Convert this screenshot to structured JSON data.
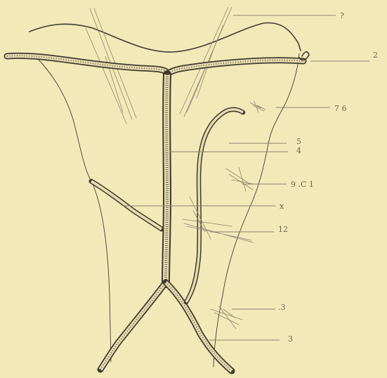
{
  "figure": {
    "background": "#f3e9b8",
    "ink_color": "#3e3a30",
    "vessel_fill": "#e8dcae",
    "label_color": "#6a6350",
    "labels": {
      "l_top": "?",
      "l_2": "2",
      "l_7b": "7 6",
      "l_5": "5",
      "l_4": "4",
      "l_9c1": "9 .C 1",
      "l_x": "x",
      "l_12": "12",
      "l_13": ".3",
      "l_3": "3"
    }
  }
}
